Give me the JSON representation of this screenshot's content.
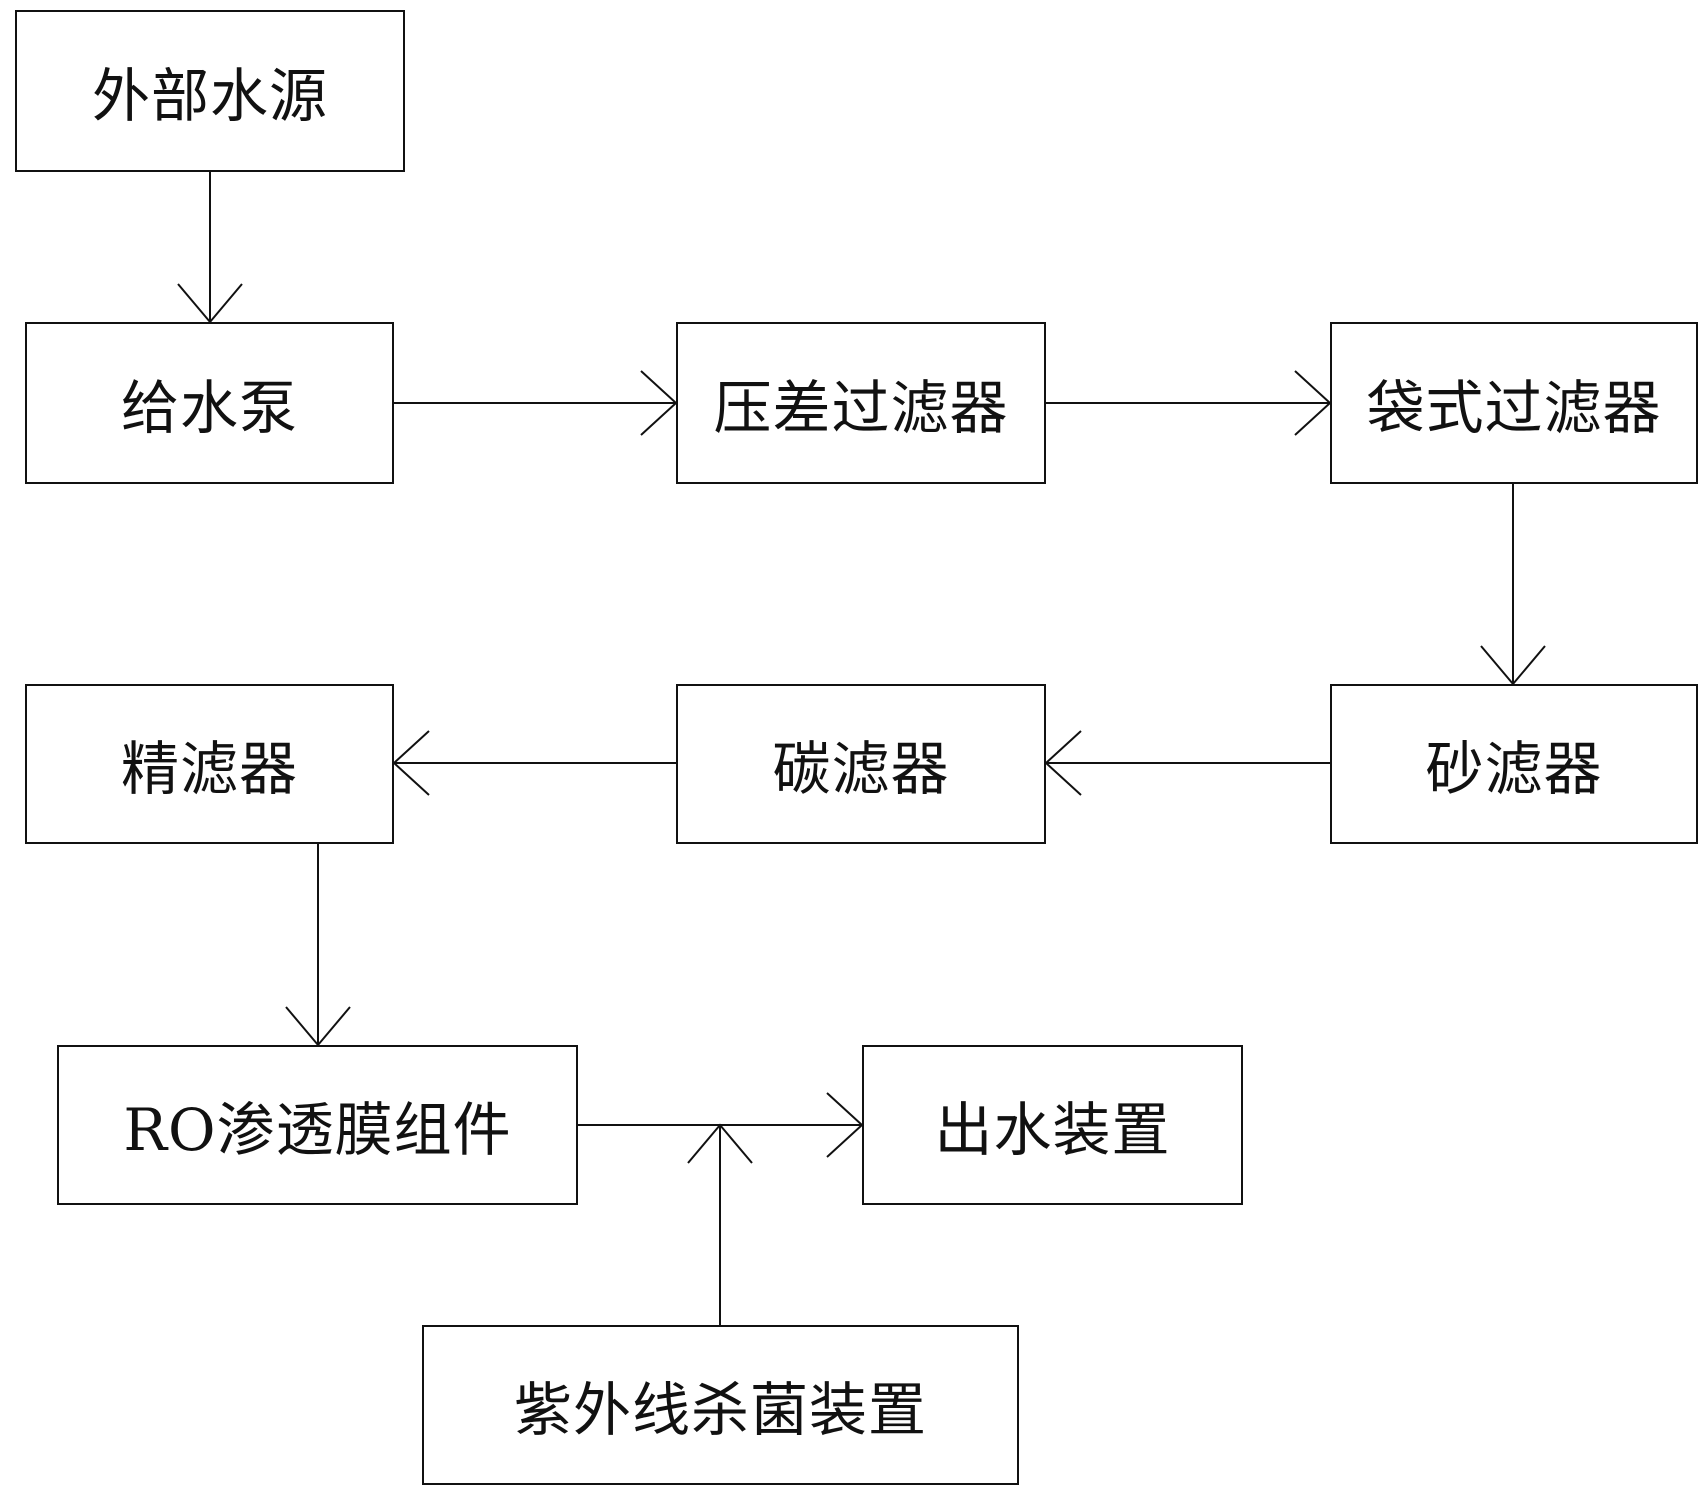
{
  "nodes": {
    "water_source": "外部水源",
    "feed_pump": "给水泵",
    "differential_filter": "压差过滤器",
    "bag_filter": "袋式过滤器",
    "sand_filter": "砂滤器",
    "carbon_filter": "碳滤器",
    "fine_filter": "精滤器",
    "ro_module": "RO渗透膜组件",
    "outlet_device": "出水装置",
    "uv_sterilizer": "紫外线杀菌装置"
  },
  "edges": [
    {
      "from": "water_source",
      "to": "feed_pump"
    },
    {
      "from": "feed_pump",
      "to": "differential_filter"
    },
    {
      "from": "differential_filter",
      "to": "bag_filter"
    },
    {
      "from": "bag_filter",
      "to": "sand_filter"
    },
    {
      "from": "sand_filter",
      "to": "carbon_filter"
    },
    {
      "from": "carbon_filter",
      "to": "fine_filter"
    },
    {
      "from": "fine_filter",
      "to": "ro_module"
    },
    {
      "from": "ro_module",
      "to": "outlet_device"
    },
    {
      "from": "uv_sterilizer",
      "to": "outlet_device"
    }
  ],
  "colors": {
    "line": "#111111",
    "background": "#ffffff"
  }
}
